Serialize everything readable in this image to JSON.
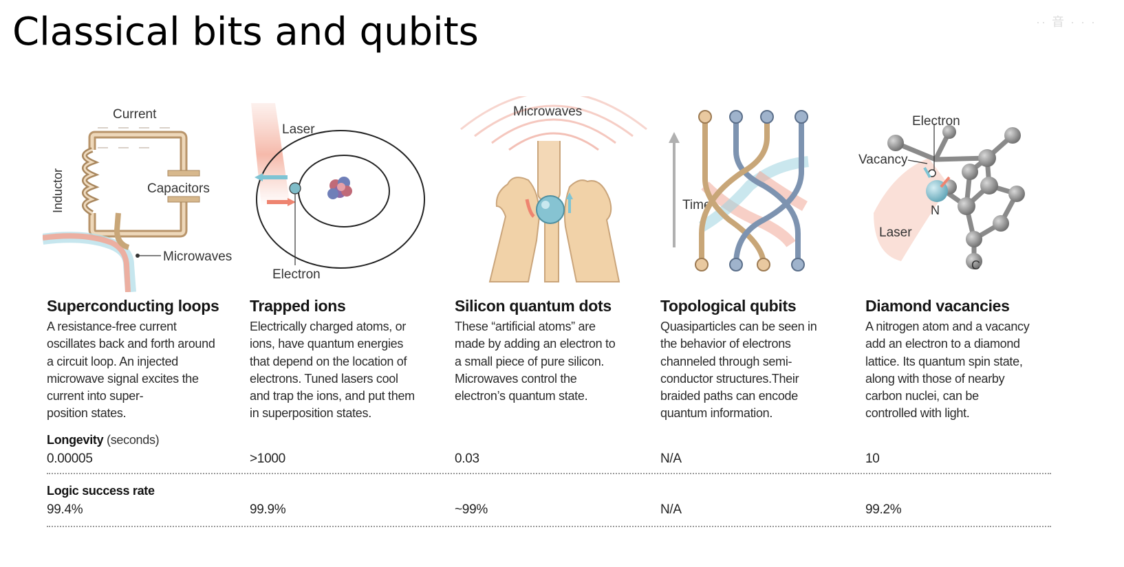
{
  "slide": {
    "title": "Classical bits and qubits",
    "watermark": "·· 音 · · ·"
  },
  "illustrations": {
    "loops": {
      "current": "Current",
      "inductor": "Inductor",
      "capacitors": "Capacitors",
      "microwaves": "Microwaves"
    },
    "ions": {
      "laser": "Laser",
      "electron": "Electron"
    },
    "dots": {
      "microwaves": "Microwaves"
    },
    "topological": {
      "time": "Time"
    },
    "diamond": {
      "electron": "Electron",
      "vacancy": "Vacancy",
      "n": "N",
      "laser": "Laser",
      "c": "C"
    }
  },
  "columns": [
    {
      "title": "Superconducting loops",
      "lines": [
        "A resistance-free current",
        "oscillates back and forth around",
        "a circuit loop. An injected",
        "microwave signal excites the",
        "current into super-",
        "position states."
      ],
      "longevity": "0.00005",
      "logic": "99.4%"
    },
    {
      "title": "Trapped ions",
      "lines": [
        "Electrically charged atoms, or",
        "ions, have quantum energies",
        "that depend on the location of",
        "electrons. Tuned lasers cool",
        "and trap the ions, and put them",
        "in superposition states."
      ],
      "longevity": ">1000",
      "logic": "99.9%"
    },
    {
      "title": "Silicon quantum dots",
      "lines": [
        "These “artificial atoms” are",
        "made by adding an electron to",
        "a small piece of pure silicon.",
        "Microwaves control the",
        "electron’s quantum state."
      ],
      "longevity": "0.03",
      "logic": "~99%"
    },
    {
      "title": "Topological qubits",
      "lines": [
        "Quasiparticles can be seen in",
        "the behavior of electrons",
        "channeled through semi-",
        "conductor structures.Their",
        "braided paths can encode",
        "quantum information."
      ],
      "longevity": "N/A",
      "logic": "N/A"
    },
    {
      "title": "Diamond vacancies",
      "lines": [
        "A nitrogen atom and a vacancy",
        "add an electron to a diamond",
        "lattice. Its quantum spin state,",
        "along with those of nearby",
        "carbon nuclei, can be",
        "controlled with light."
      ],
      "longevity": "10",
      "logic": "99.2%"
    }
  ],
  "metrics": {
    "longevity_label": "Longevity",
    "longevity_unit": "(seconds)",
    "logic_label": "Logic success rate"
  },
  "colors": {
    "accent_red": "#e8806e",
    "accent_blue": "#7ec4d4",
    "tan": "#e9c9a0",
    "gray_atom": "#8a8a8a"
  }
}
